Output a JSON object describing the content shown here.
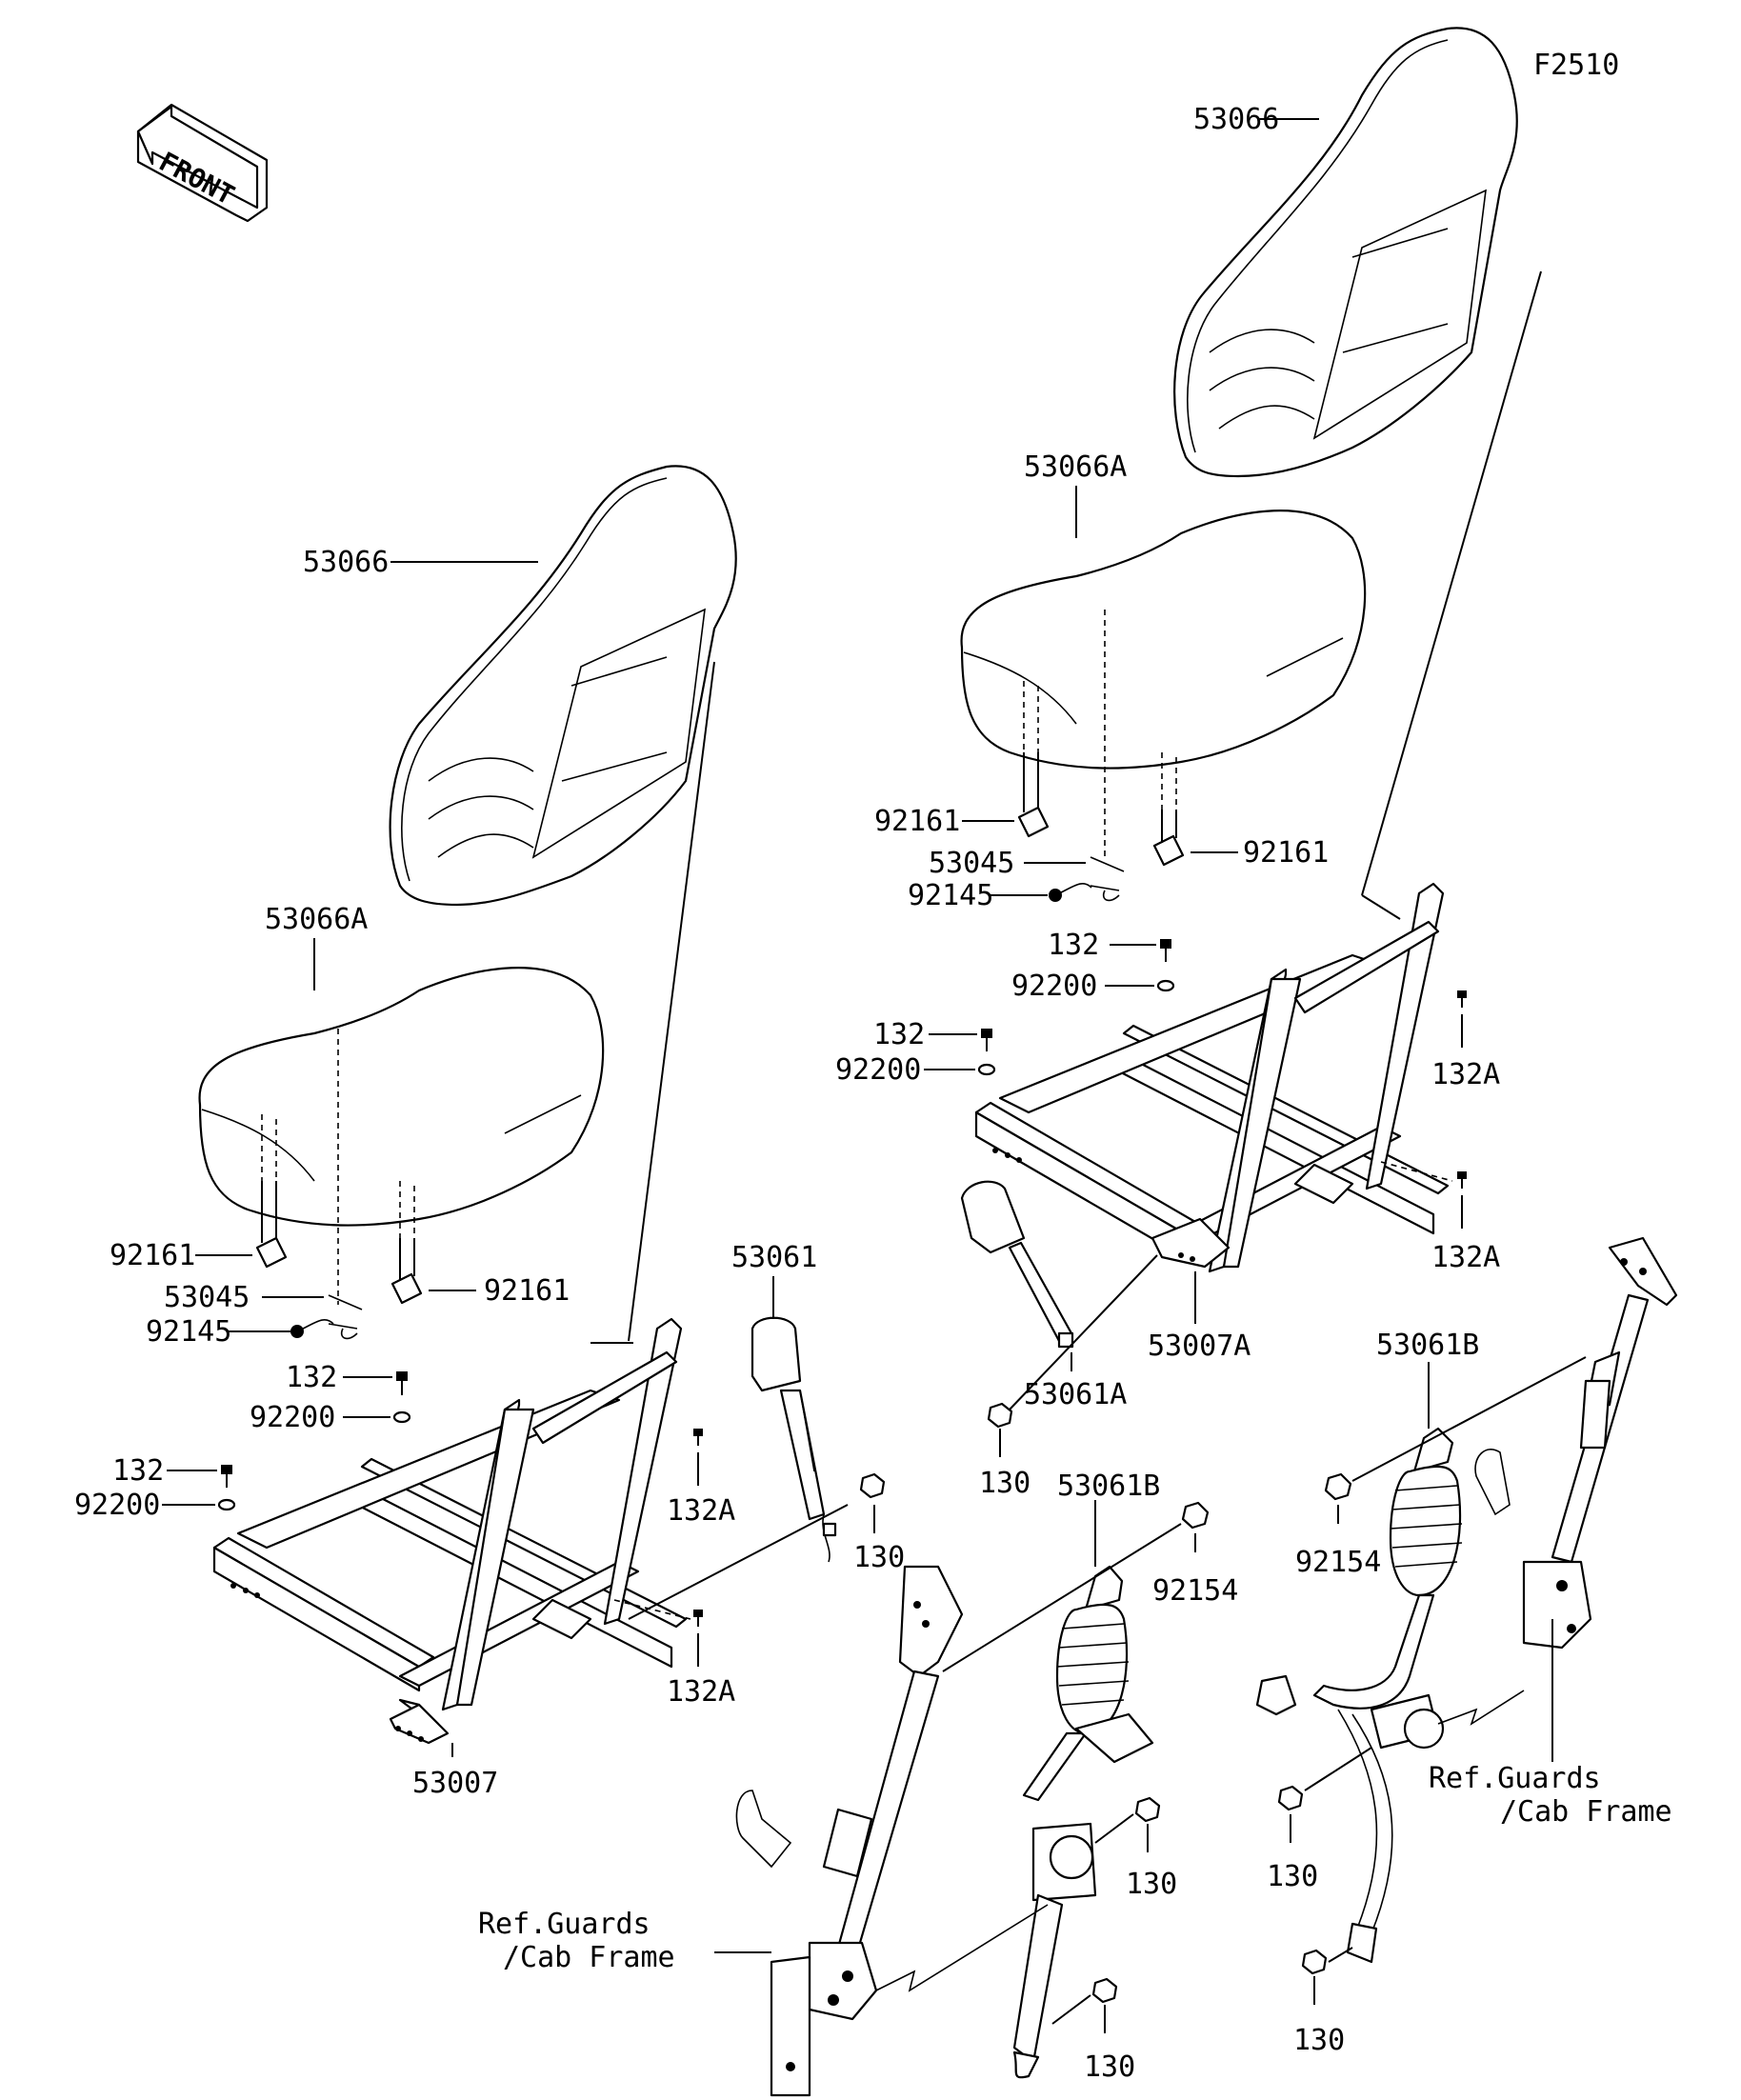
{
  "figure_code": "F2510",
  "direction_label": "FRONT",
  "labels": {
    "seat_back_left": "53066",
    "seat_back_right": "53066",
    "seat_cushion_left": "53066A",
    "seat_cushion_right": "53066A",
    "frame_left": "53007",
    "frame_right": "53007A",
    "buckle_left": "53061",
    "buckle_right": "53061A",
    "belt_left": "53061B",
    "belt_right": "53061B",
    "bracket_l_rear": "92161",
    "bracket_l_front": "92161",
    "bracket_r_rear": "92161",
    "bracket_r_front": "92161",
    "lever_left": "53045",
    "lever_right": "53045",
    "spring_left": "92145",
    "spring_right": "92145",
    "bolt_l_a": "132",
    "bolt_l_b": "132",
    "bolt_r_a": "132",
    "bolt_r_b": "132",
    "washer_l_a": "92200",
    "washer_l_b": "92200",
    "washer_r_a": "92200",
    "washer_r_b": "92200",
    "screw_l_upper": "132A",
    "screw_l_lower": "132A",
    "screw_r_upper": "132A",
    "screw_r_lower": "132A",
    "bolt130_a": "130",
    "bolt130_b": "130",
    "bolt130_c": "130",
    "bolt130_d": "130",
    "bolt130_e": "130",
    "bolt130_f": "130",
    "nut_left": "92154",
    "nut_right": "92154"
  },
  "ref_notes": {
    "left_line1": "Ref.Guards",
    "left_line2": "/Cab Frame",
    "right_line1": "Ref.Guards",
    "right_line2": "/Cab Frame"
  }
}
